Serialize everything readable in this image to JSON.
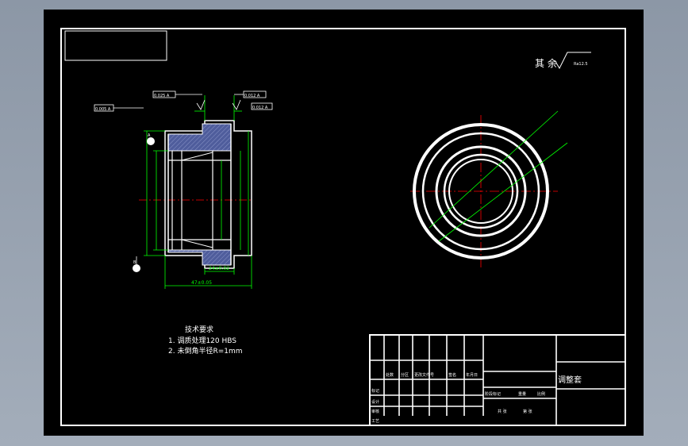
{
  "drawing": {
    "roughness_label": "其 余",
    "roughness_value": "Ra12.5",
    "tech_requirements": {
      "title": "技术要求",
      "items": [
        "1. 调质处理120 HBS",
        "2. 未倒角半径R=1mm"
      ]
    },
    "datum_labels": [
      "A",
      "B"
    ],
    "tolerance_frames": [
      "0.005 A",
      "0.025 A",
      "0.012 A",
      "0.012 A"
    ],
    "dimensions": {
      "total_width": "47±0.05",
      "step_width": "24±0.02"
    },
    "title_block": {
      "part_name": "调整套",
      "row_labels": [
        "标记",
        "设计",
        "审核",
        "工艺"
      ],
      "header_labels": [
        "处数",
        "分区",
        "更改文件号",
        "签名",
        "年月日"
      ],
      "stage_labels": [
        "阶段标记",
        "重量",
        "比例"
      ],
      "sheet_labels": [
        "共 张",
        "第 张"
      ]
    },
    "colors": {
      "background": "#000000",
      "line_white": "#ffffff",
      "dimension_green": "#00ff00",
      "centerline_red": "#ff0000",
      "hatch": "#4f5d9c"
    }
  }
}
